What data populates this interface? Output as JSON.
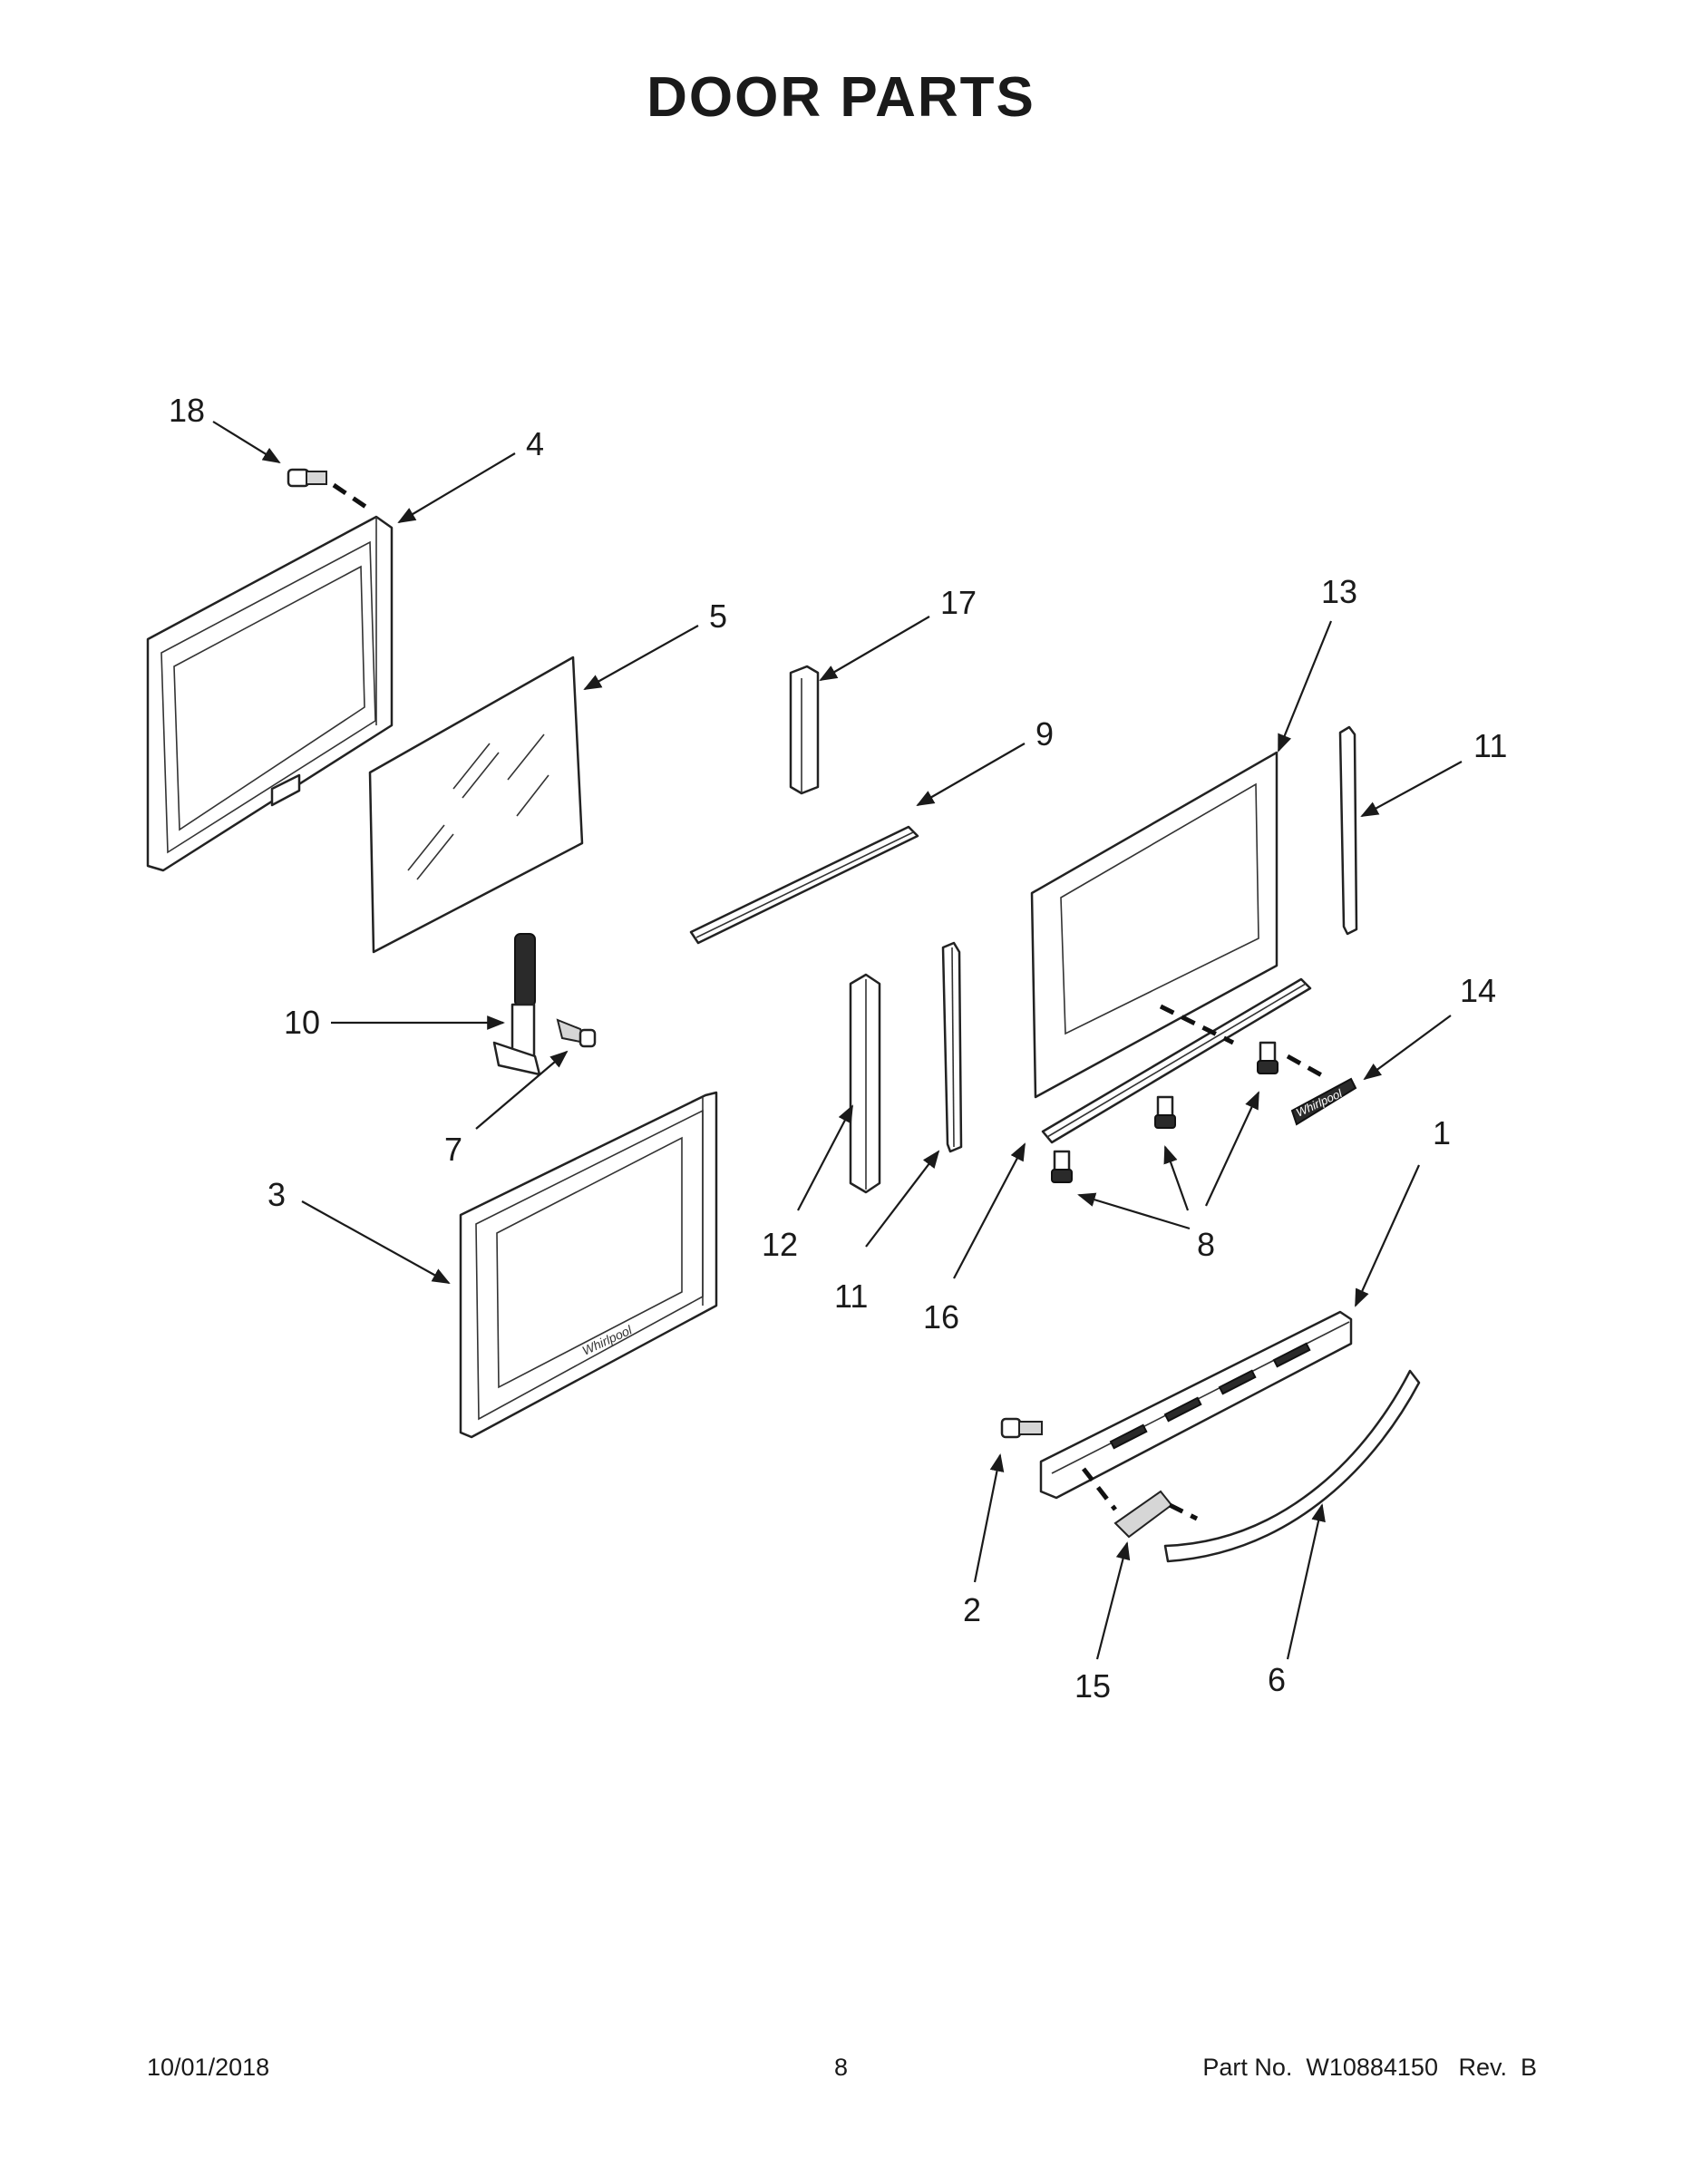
{
  "title": "DOOR PARTS",
  "callouts": {
    "c1": "1",
    "c2": "2",
    "c3": "3",
    "c4": "4",
    "c5": "5",
    "c6": "6",
    "c7": "7",
    "c8": "8",
    "c9": "9",
    "c10": "10",
    "c11a": "11",
    "c11b": "11",
    "c12": "12",
    "c13": "13",
    "c14": "14",
    "c15": "15",
    "c16": "16",
    "c17": "17",
    "c18": "18"
  },
  "footer": {
    "date": "10/01/2018",
    "page": "8",
    "part_no": "Part No.  W10884150   Rev.  B"
  }
}
